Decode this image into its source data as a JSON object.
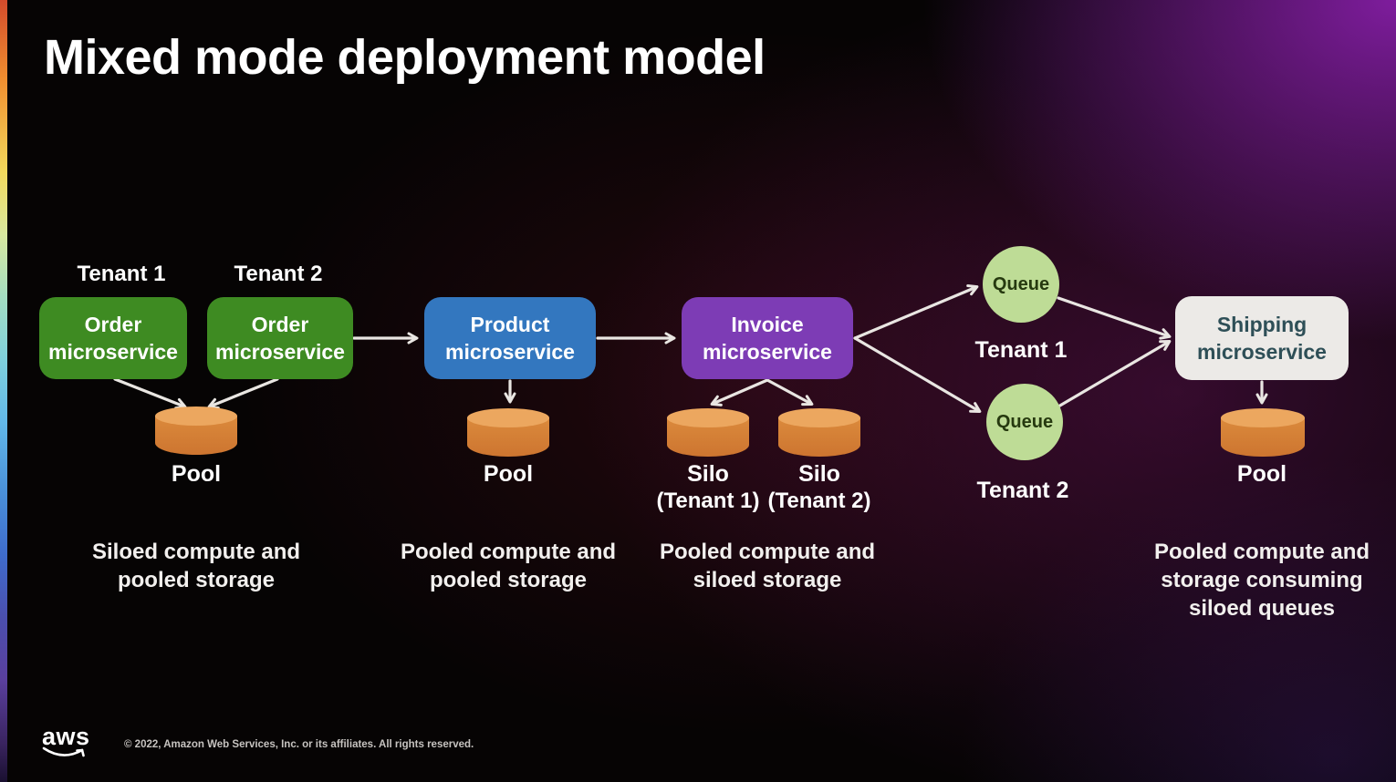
{
  "title": "Mixed mode deployment model",
  "tenants": {
    "t1": "Tenant 1",
    "t2": "Tenant 2"
  },
  "nodes": {
    "order1": {
      "label": "Order microservice",
      "color": "#3e8b22"
    },
    "order2": {
      "label": "Order microservice",
      "color": "#3e8b22"
    },
    "product": {
      "label": "Product microservice",
      "color": "#3377bf"
    },
    "invoice": {
      "label": "Invoice microservice",
      "color": "#7d3cb5"
    },
    "shipping": {
      "label": "Shipping microservice",
      "color": "#eceae7",
      "text_color": "#2e4f57"
    }
  },
  "queues": {
    "q1": {
      "label": "Queue",
      "tenant": "Tenant 1"
    },
    "q2": {
      "label": "Queue",
      "tenant": "Tenant 2"
    }
  },
  "stores": {
    "pool1": {
      "label": "Pool"
    },
    "pool2": {
      "label": "Pool"
    },
    "silo1": {
      "line1": "Silo",
      "line2": "(Tenant 1)"
    },
    "silo2": {
      "line1": "Silo",
      "line2": "(Tenant 2)"
    },
    "pool3": {
      "label": "Pool"
    }
  },
  "captions": {
    "c1": {
      "line1": "Siloed compute and",
      "line2": "pooled storage"
    },
    "c2": {
      "line1": "Pooled compute and",
      "line2": "pooled storage"
    },
    "c3": {
      "line1": "Pooled compute and",
      "line2": "siloed storage"
    },
    "c4": {
      "line1": "Pooled compute and",
      "line2": "storage consuming",
      "line3": "siloed queues"
    }
  },
  "footer": {
    "logo_text": "aws",
    "copyright": "© 2022, Amazon Web Services, Inc. or its affiliates. All rights reserved."
  },
  "colors": {
    "background": "#060404",
    "glow_purple": "#8f20b2",
    "arrow": "#e9e6e2",
    "cylinder_body": "#cd7530",
    "cylinder_top": "#eca75f",
    "queue_fill": "#bedc96",
    "queue_text": "#26390f"
  }
}
